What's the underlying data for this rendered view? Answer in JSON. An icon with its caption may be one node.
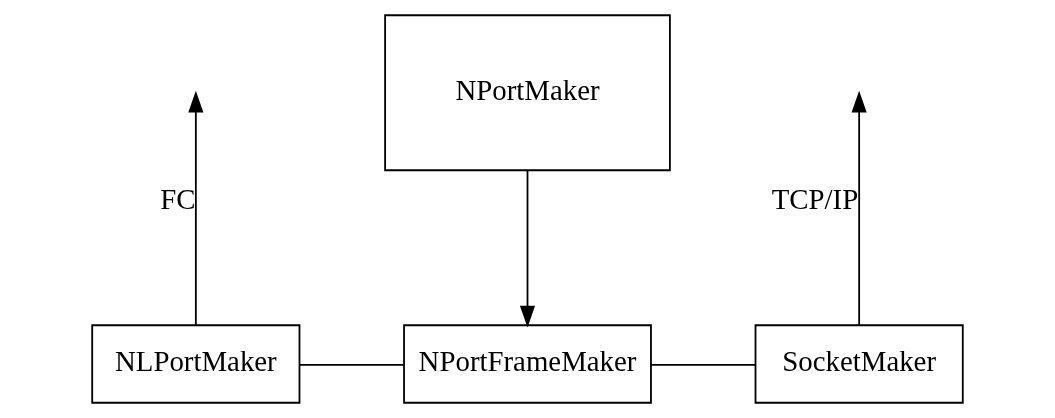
{
  "diagram": {
    "nodes": [
      {
        "text": [
          "NPortMaker"
        ]
      },
      {
        "text": [
          "NLPortMaker"
        ]
      },
      {
        "text": [
          "NPortFrameMaker"
        ]
      },
      {
        "text": [
          "SocketMaker"
        ]
      }
    ],
    "edges": [
      {
        "from": 0,
        "to": 2,
        "arrow": "to"
      },
      {
        "from": 1,
        "to": 2,
        "arrow": "none"
      },
      {
        "from": 2,
        "to": 3,
        "arrow": "none"
      },
      {
        "from": 1,
        "to": null,
        "arrow": "to",
        "label": "FC"
      },
      {
        "from": 3,
        "to": null,
        "arrow": "to",
        "label": "TCP/IP"
      }
    ]
  }
}
